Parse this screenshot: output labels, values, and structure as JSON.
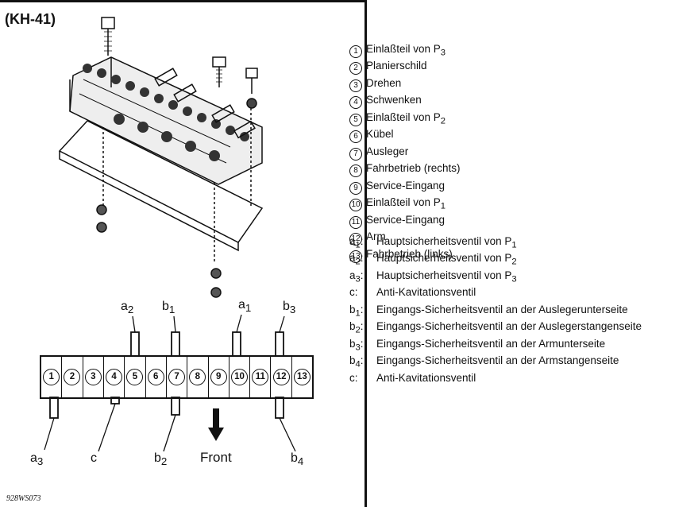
{
  "figure_code": "(KH-41)",
  "figure_number": "928WS073",
  "front_label": "Front",
  "parts": [
    {
      "num": "1",
      "text": "Einlaßteil von P",
      "sub": "3"
    },
    {
      "num": "2",
      "text": "Planierschild",
      "sub": ""
    },
    {
      "num": "3",
      "text": "Drehen",
      "sub": ""
    },
    {
      "num": "4",
      "text": "Schwenken",
      "sub": ""
    },
    {
      "num": "5",
      "text": "Einlaßteil von P",
      "sub": "2"
    },
    {
      "num": "6",
      "text": "Kübel",
      "sub": ""
    },
    {
      "num": "7",
      "text": "Ausleger",
      "sub": ""
    },
    {
      "num": "8",
      "text": "Fahrbetrieb (rechts)",
      "sub": ""
    },
    {
      "num": "9",
      "text": "Service-Eingang",
      "sub": ""
    },
    {
      "num": "10",
      "text": "Einlaßteil von P",
      "sub": "1"
    },
    {
      "num": "11",
      "text": "Service-Eingang",
      "sub": ""
    },
    {
      "num": "12",
      "text": "Arm",
      "sub": ""
    },
    {
      "num": "13",
      "text": "Fahrbetrieb (links)",
      "sub": ""
    }
  ],
  "valves": [
    {
      "key": "a",
      "ksub": "1",
      "text": "Hauptsicherheitsventil von P",
      "sub": "1"
    },
    {
      "key": "a",
      "ksub": "2",
      "text": "Hauptsicherheitsventil von P",
      "sub": "2"
    },
    {
      "key": "a",
      "ksub": "3",
      "text": "Hauptsicherheitsventil von P",
      "sub": "3"
    },
    {
      "key": "c",
      "ksub": "",
      "text": "Anti-Kavitationsventil",
      "sub": ""
    },
    {
      "key": "b",
      "ksub": "1",
      "text": "Eingangs-Sicherheitsventil an der Auslegerunterseite",
      "sub": ""
    },
    {
      "key": "b",
      "ksub": "2",
      "text": "Eingangs-Sicherheitsventil an der Auslegerstangenseite",
      "sub": ""
    },
    {
      "key": "b",
      "ksub": "3",
      "text": "Eingangs-Sicherheitsventil an der Armunterseite",
      "sub": ""
    },
    {
      "key": "b",
      "ksub": "4",
      "text": "Eingangs-Sicherheitsventil an der Armstangenseite",
      "sub": ""
    },
    {
      "key": "c",
      "ksub": "",
      "text": "Anti-Kavitationsventil",
      "sub": ""
    }
  ],
  "block_numbers": [
    "1",
    "2",
    "3",
    "4",
    "5",
    "6",
    "7",
    "8",
    "9",
    "10",
    "11",
    "12",
    "13"
  ],
  "diagram_labels": {
    "a2": {
      "key": "a",
      "sub": "2"
    },
    "b1": {
      "key": "b",
      "sub": "1"
    },
    "a1": {
      "key": "a",
      "sub": "1"
    },
    "b3": {
      "key": "b",
      "sub": "3"
    },
    "a3": {
      "key": "a",
      "sub": "3"
    },
    "c": {
      "key": "c",
      "sub": ""
    },
    "b2": {
      "key": "b",
      "sub": "2"
    },
    "b4": {
      "key": "b",
      "sub": "4"
    }
  }
}
